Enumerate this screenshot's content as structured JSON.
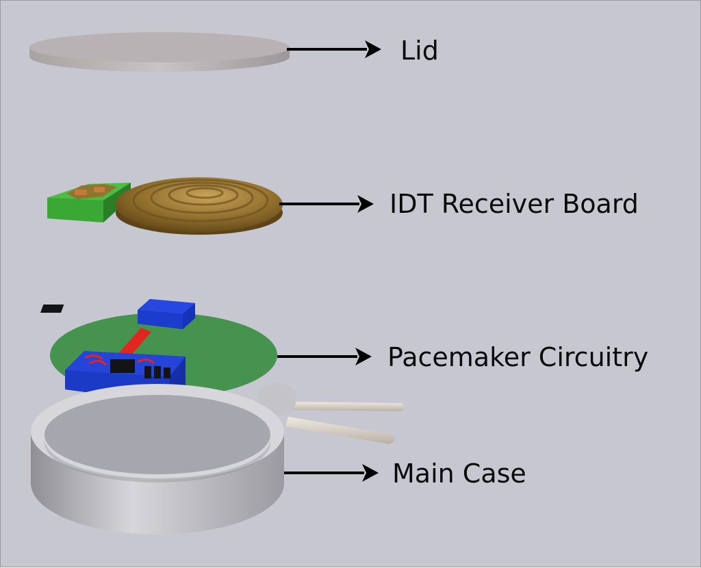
{
  "labels": {
    "lid": "Lid",
    "idt_receiver_board": "IDT Receiver Board",
    "pacemaker_circuitry": "Pacemaker Circuitry",
    "main_case": "Main Case"
  },
  "colors": {
    "background": "#c6c7d1",
    "lid": "#b3aeb0",
    "coil": "#8a6a2a",
    "pcb_green": "#3fa83a",
    "chip_blue": "#1e3fd0",
    "trace_red": "#e0261e",
    "case_metal": "#bdbdc3",
    "arrow": "#000000"
  }
}
